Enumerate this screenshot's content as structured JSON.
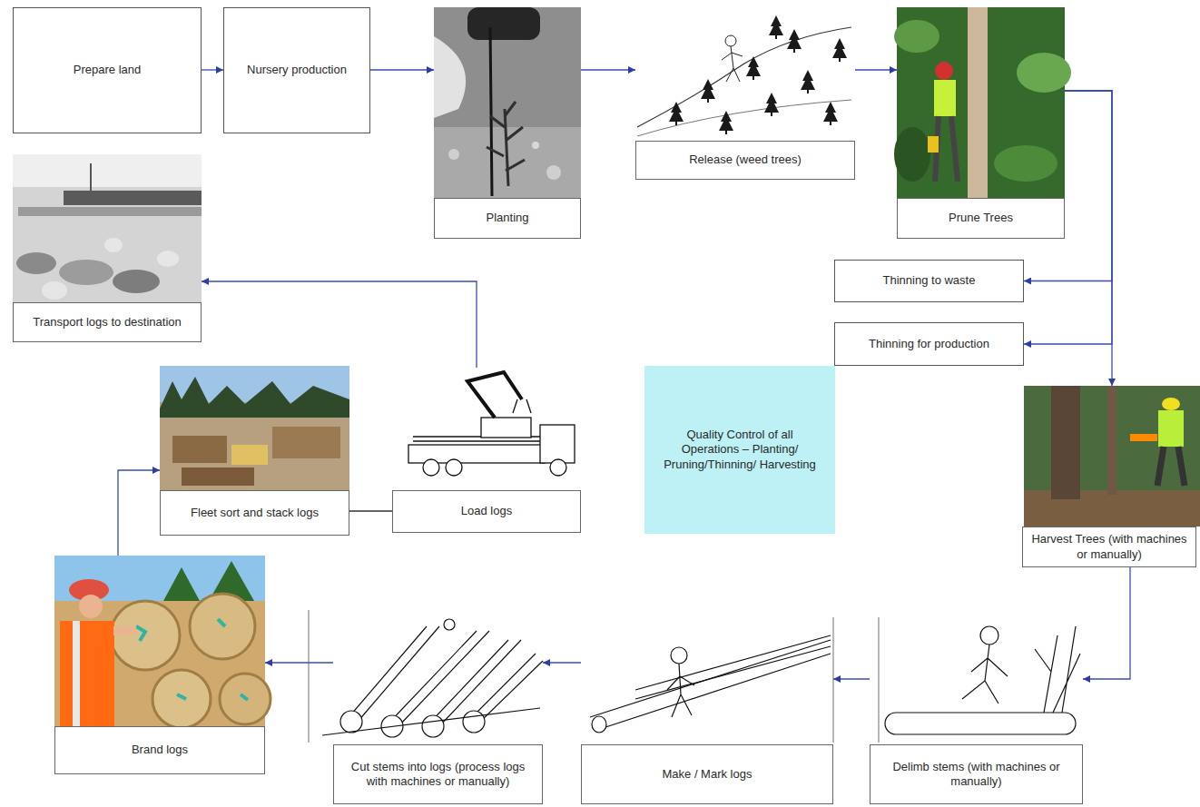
{
  "diagram": {
    "nodes": [
      {
        "text": [
          "Prepare land"
        ]
      },
      {
        "text": [
          "Nursery production"
        ]
      },
      {
        "text": [
          "Planting"
        ]
      },
      {
        "text": [
          "Release (weed trees)"
        ]
      },
      {
        "text": [
          "Prune Trees"
        ]
      },
      {
        "text": [
          "Thinning to waste"
        ]
      },
      {
        "text": [
          "Thinning for production"
        ]
      },
      {
        "text": [
          "Harvest Trees (with machines or manually)"
        ]
      },
      {
        "text": [
          "Delimb stems (with machines or manually)"
        ]
      },
      {
        "text": [
          "Make / Mark logs"
        ]
      },
      {
        "text": [
          "Cut stems into logs (process logs with machines or manually)"
        ]
      },
      {
        "text": [
          "Brand logs"
        ]
      },
      {
        "text": [
          "Fleet sort and stack logs"
        ]
      },
      {
        "text": [
          "Load logs"
        ]
      },
      {
        "text": [
          "Transport logs to destination"
        ]
      },
      {
        "text": [
          "Quality Control of all Operations – Planting/ Pruning/Thinning/ Harvesting"
        ]
      }
    ],
    "edges": [
      {
        "from": 0,
        "to": 1,
        "arrow": "to"
      },
      {
        "from": 1,
        "to": 2,
        "arrow": "to"
      },
      {
        "from": 2,
        "to": 3,
        "arrow": "to"
      },
      {
        "from": 3,
        "to": 4,
        "arrow": "to"
      },
      {
        "from": 4,
        "to": 5,
        "arrow": "to"
      },
      {
        "from": 4,
        "to": 6,
        "arrow": "to"
      },
      {
        "from": 4,
        "to": 7,
        "arrow": "to"
      },
      {
        "from": 7,
        "to": 8,
        "arrow": "to"
      },
      {
        "from": 8,
        "to": 9,
        "arrow": "to"
      },
      {
        "from": 9,
        "to": 10,
        "arrow": "to"
      },
      {
        "from": 10,
        "to": 11,
        "arrow": "to"
      },
      {
        "from": 11,
        "to": 12,
        "arrow": "to"
      },
      {
        "from": 12,
        "to": 13,
        "arrow": "none"
      },
      {
        "from": 13,
        "to": 14,
        "arrow": "to"
      }
    ]
  }
}
